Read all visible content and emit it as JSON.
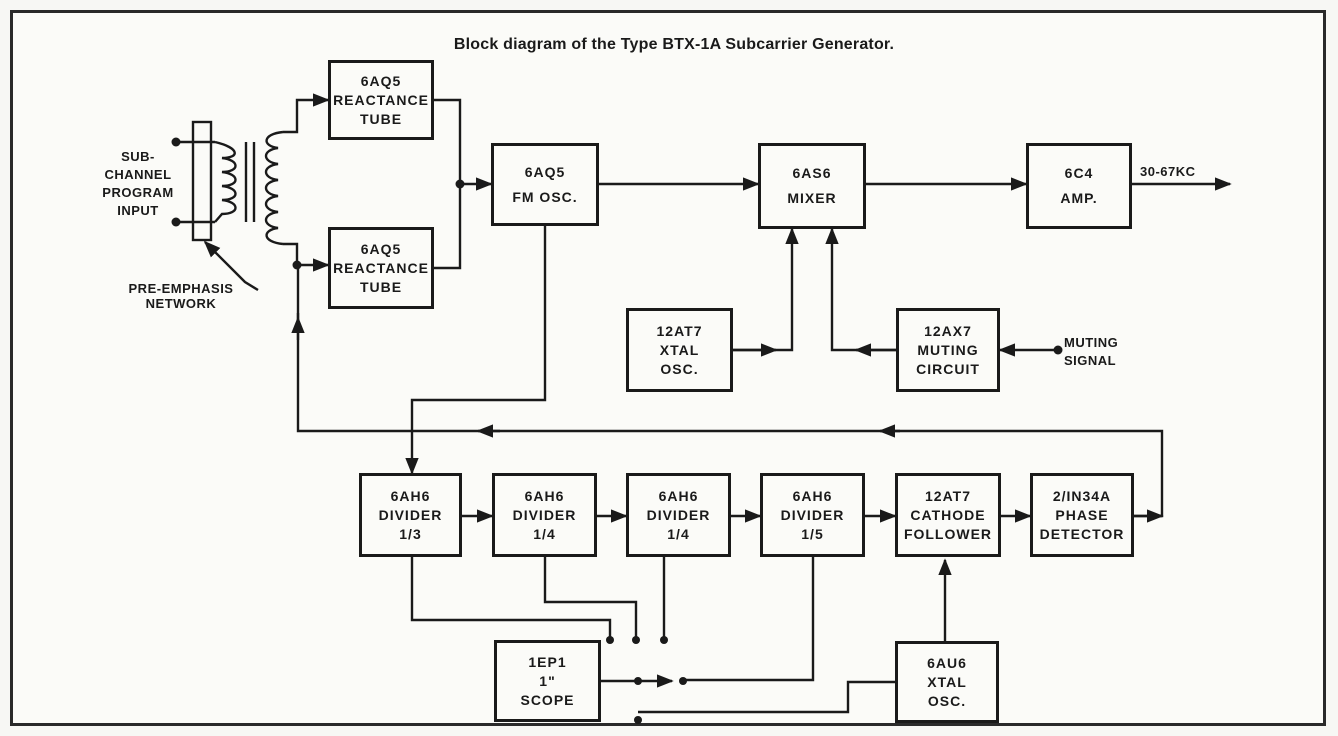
{
  "title": "Block diagram of the Type BTX-1A Subcarrier Generator.",
  "blocks": {
    "reactance_top": [
      "6AQ5",
      "REACTANCE",
      "TUBE"
    ],
    "reactance_bottom": [
      "6AQ5",
      "REACTANCE",
      "TUBE"
    ],
    "fm_osc": [
      "6AQ5",
      "FM OSC."
    ],
    "mixer": [
      "6AS6",
      "MIXER"
    ],
    "amp": [
      "6C4",
      "AMP."
    ],
    "xtal_osc_12at7": [
      "12AT7",
      "XTAL",
      "OSC."
    ],
    "muting_circuit": [
      "12AX7",
      "MUTING",
      "CIRCUIT"
    ],
    "divider_1": [
      "6AH6",
      "DIVIDER",
      "1/3"
    ],
    "divider_2": [
      "6AH6",
      "DIVIDER",
      "1/4"
    ],
    "divider_3": [
      "6AH6",
      "DIVIDER",
      "1/4"
    ],
    "divider_4": [
      "6AH6",
      "DIVIDER",
      "1/5"
    ],
    "cathode_follower": [
      "12AT7",
      "CATHODE",
      "FOLLOWER"
    ],
    "phase_detector": [
      "2/IN34A",
      "PHASE",
      "DETECTOR"
    ],
    "scope": [
      "1EP1",
      "1\"",
      "SCOPE"
    ],
    "xtal_osc_6au6": [
      "6AU6",
      "XTAL",
      "OSC."
    ]
  },
  "labels": {
    "input": [
      "SUB-",
      "CHANNEL",
      "PROGRAM",
      "INPUT"
    ],
    "pre_emphasis": [
      "PRE-EMPHASIS",
      "NETWORK"
    ],
    "output": "30-67KC",
    "muting_signal": [
      "MUTING",
      "SIGNAL"
    ]
  }
}
